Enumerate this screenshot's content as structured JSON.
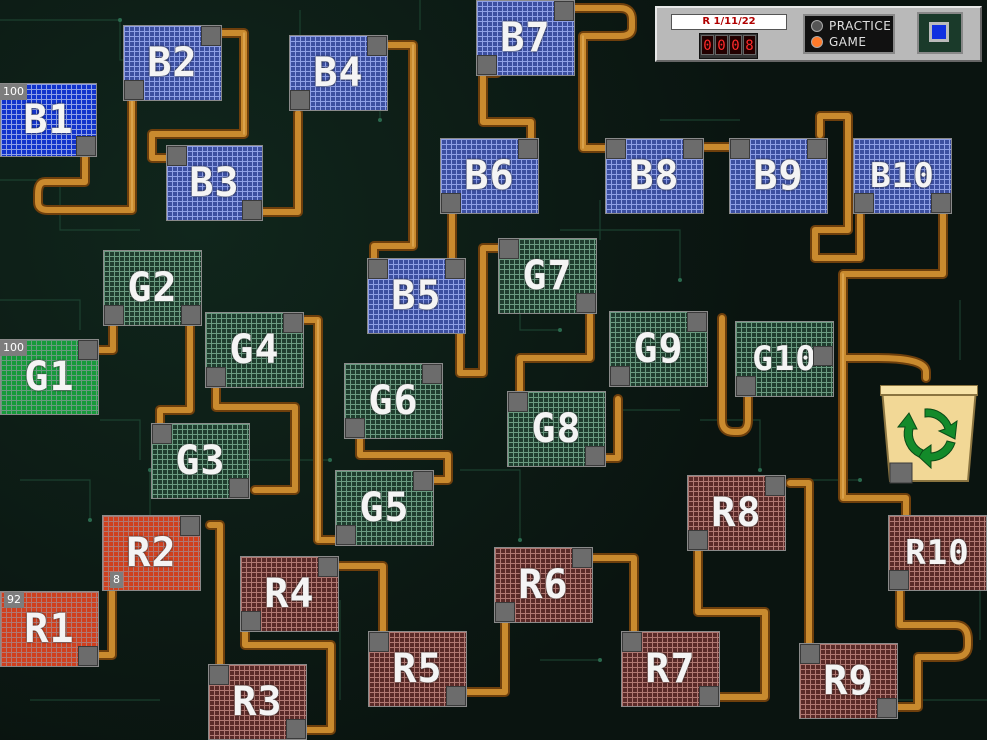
{
  "hud": {
    "round": "R 1/11/22",
    "score_digits": [
      "0",
      "0",
      "0",
      "8"
    ],
    "modes": [
      {
        "label": "PRACTICE",
        "selected": false
      },
      {
        "label": "GAME",
        "selected": true
      }
    ],
    "chip_icon": "cpu-chip-icon"
  },
  "colors": {
    "pipe": "#c27a22",
    "pipe_dark": "#7a4a10",
    "board": "#0a1410",
    "mode_on": "#ff7a2a",
    "mode_off": "#555555"
  },
  "tanks": {
    "B1": {
      "label": "B1",
      "count": "100"
    },
    "B2": {
      "label": "B2"
    },
    "B3": {
      "label": "B3"
    },
    "B4": {
      "label": "B4"
    },
    "B5": {
      "label": "B5"
    },
    "B6": {
      "label": "B6"
    },
    "B7": {
      "label": "B7"
    },
    "B8": {
      "label": "B8"
    },
    "B9": {
      "label": "B9"
    },
    "B10": {
      "label": "B10"
    },
    "G1": {
      "label": "G1",
      "count": "100"
    },
    "G2": {
      "label": "G2"
    },
    "G3": {
      "label": "G3"
    },
    "G4": {
      "label": "G4"
    },
    "G5": {
      "label": "G5"
    },
    "G6": {
      "label": "G6"
    },
    "G7": {
      "label": "G7"
    },
    "G8": {
      "label": "G8"
    },
    "G9": {
      "label": "G9"
    },
    "G10": {
      "label": "G10"
    },
    "R1": {
      "label": "R1",
      "count": "92"
    },
    "R2": {
      "label": "R2",
      "count": "8"
    },
    "R3": {
      "label": "R3"
    },
    "R4": {
      "label": "R4"
    },
    "R5": {
      "label": "R5"
    },
    "R6": {
      "label": "R6"
    },
    "R7": {
      "label": "R7"
    },
    "R8": {
      "label": "R8"
    },
    "R9": {
      "label": "R9"
    },
    "R10": {
      "label": "R10"
    }
  },
  "recycle_bin": {
    "icon": "recycle-icon"
  }
}
